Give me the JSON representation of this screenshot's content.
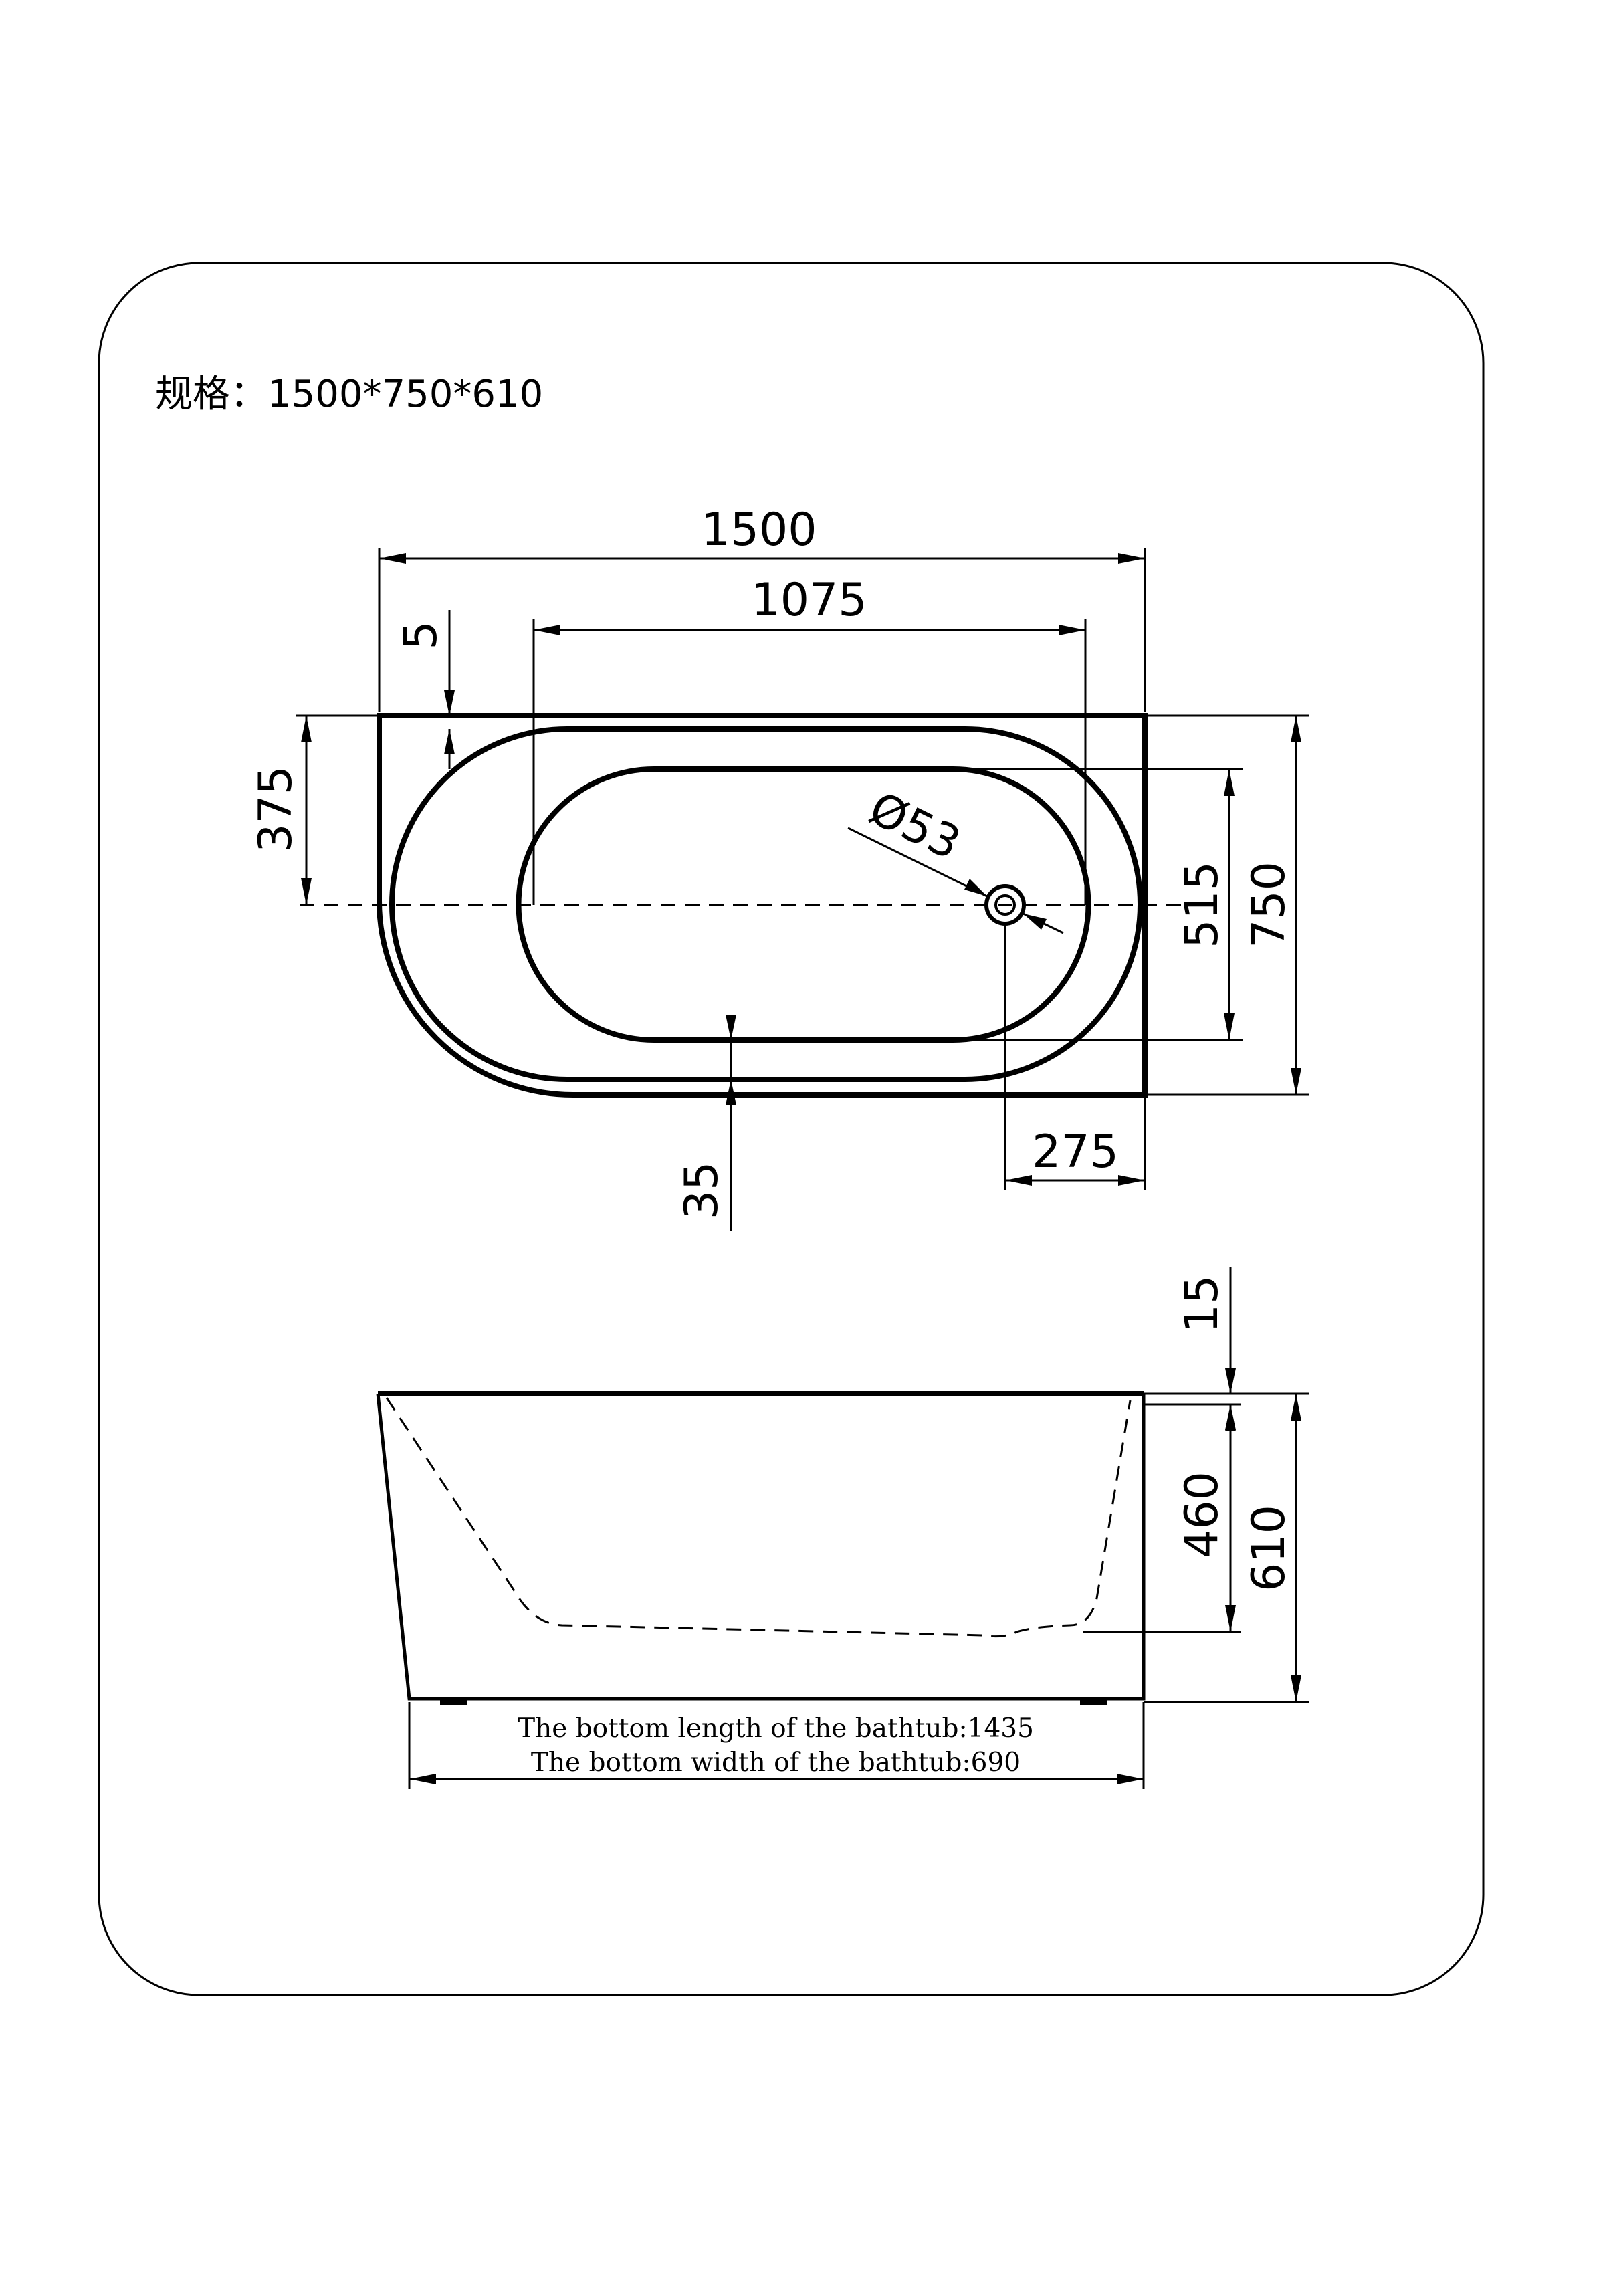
{
  "spec": {
    "label": "规格：1500*750*610"
  },
  "dimensions": {
    "overall_length": "1500",
    "inner_length": "1075",
    "rim_top": "5",
    "half_width": "375",
    "drain_diameter": "Ø53",
    "inner_width": "515",
    "overall_width": "750",
    "drain_offset": "275",
    "rim_bottom": "35",
    "rim_height": "15",
    "inner_depth": "460",
    "overall_height": "610"
  },
  "notes": {
    "bottom_length": "The bottom length of the bathtub:1435",
    "bottom_width": "The bottom width of the bathtub:690"
  }
}
